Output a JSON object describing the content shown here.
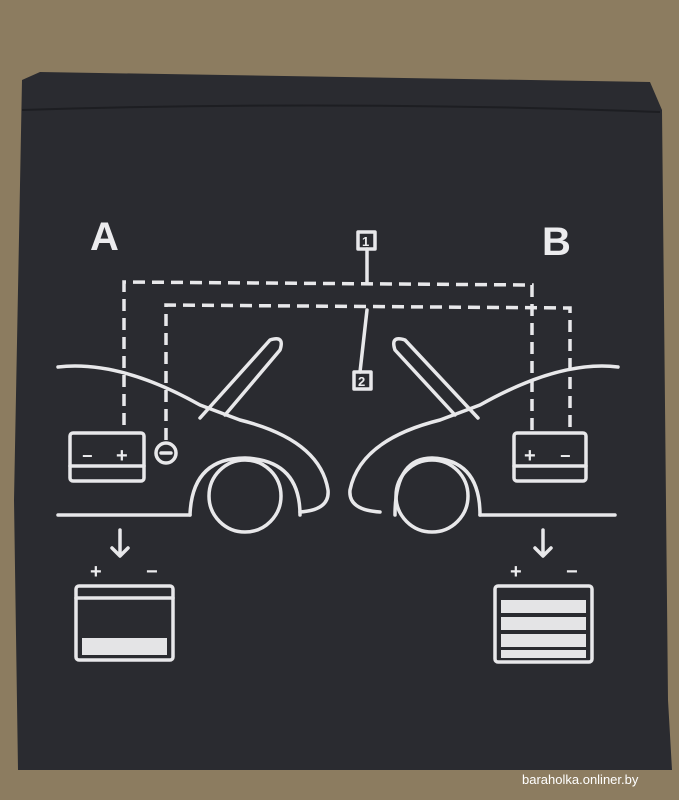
{
  "diagram": {
    "car_a_label": "A",
    "car_b_label": "B",
    "cable_1_label": "1",
    "cable_2_label": "2",
    "plus": "+",
    "minus": "−"
  },
  "watermark": "baraholka.onliner.by",
  "colors": {
    "fabric": "#8c7c60",
    "bag": "#2a2b30",
    "print": "#e8e8ea"
  }
}
